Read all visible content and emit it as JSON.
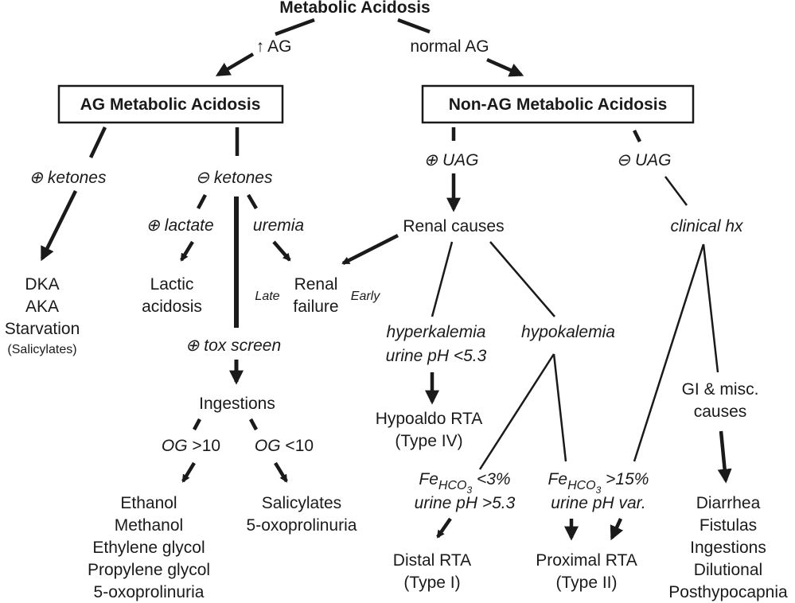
{
  "title": "Metabolic Acidosis",
  "branch": {
    "high_ag_symbol": "↑",
    "high_ag": "AG",
    "normal_ag": "normal AG"
  },
  "ag": {
    "box_title": "AG Metabolic Acidosis",
    "pos_ketones": "⊕ ketones",
    "neg_ketones": "⊖ ketones",
    "ketone_causes": [
      "DKA",
      "AKA",
      "Starvation"
    ],
    "ketone_causes_note": "(Salicylates)",
    "pos_lactate": "⊕ lactate",
    "lactic": [
      "Lactic",
      "acidosis"
    ],
    "uremia": "uremia",
    "renal_failure": [
      "Renal",
      "failure"
    ],
    "late": "Late",
    "early": "Early",
    "tox_screen": "⊕ tox screen",
    "ingestions": "Ingestions",
    "og_high_label": "OG",
    "og_high_value": " >10",
    "og_low_label": "OG",
    "og_low_value": " <10",
    "og_high_causes": [
      "Ethanol",
      "Methanol",
      "Ethylene glycol",
      "Propylene glycol",
      "5-oxoprolinuria"
    ],
    "og_low_causes": [
      "Salicylates",
      "5-oxoprolinuria"
    ]
  },
  "nonag": {
    "box_title": "Non-AG Metabolic Acidosis",
    "pos_uag": "⊕ UAG",
    "neg_uag": "⊖ UAG",
    "renal_causes": "Renal causes",
    "clinical_hx": "clinical hx",
    "hyperkalemia": "hyperkalemia",
    "hyper_ph": "urine pH <5.3",
    "hypoaldo": [
      "Hypoaldo RTA",
      "(Type IV)"
    ],
    "hypokalemia": "hypokalemia",
    "fe_prefix": "Fe",
    "fe_sub": "HCO",
    "fe_subsub": "3",
    "fe_low_value": " <3%",
    "fe_low_ph": "urine pH >5.3",
    "fe_high_value": " >15%",
    "fe_high_ph": "urine pH var.",
    "distal": [
      "Distal RTA",
      "(Type I)"
    ],
    "proximal": [
      "Proximal RTA",
      "(Type II)"
    ],
    "gi": [
      "GI & misc.",
      "causes"
    ],
    "gi_causes": [
      "Diarrhea",
      "Fistulas",
      "Ingestions",
      "Dilutional",
      "Posthypocapnia"
    ]
  }
}
